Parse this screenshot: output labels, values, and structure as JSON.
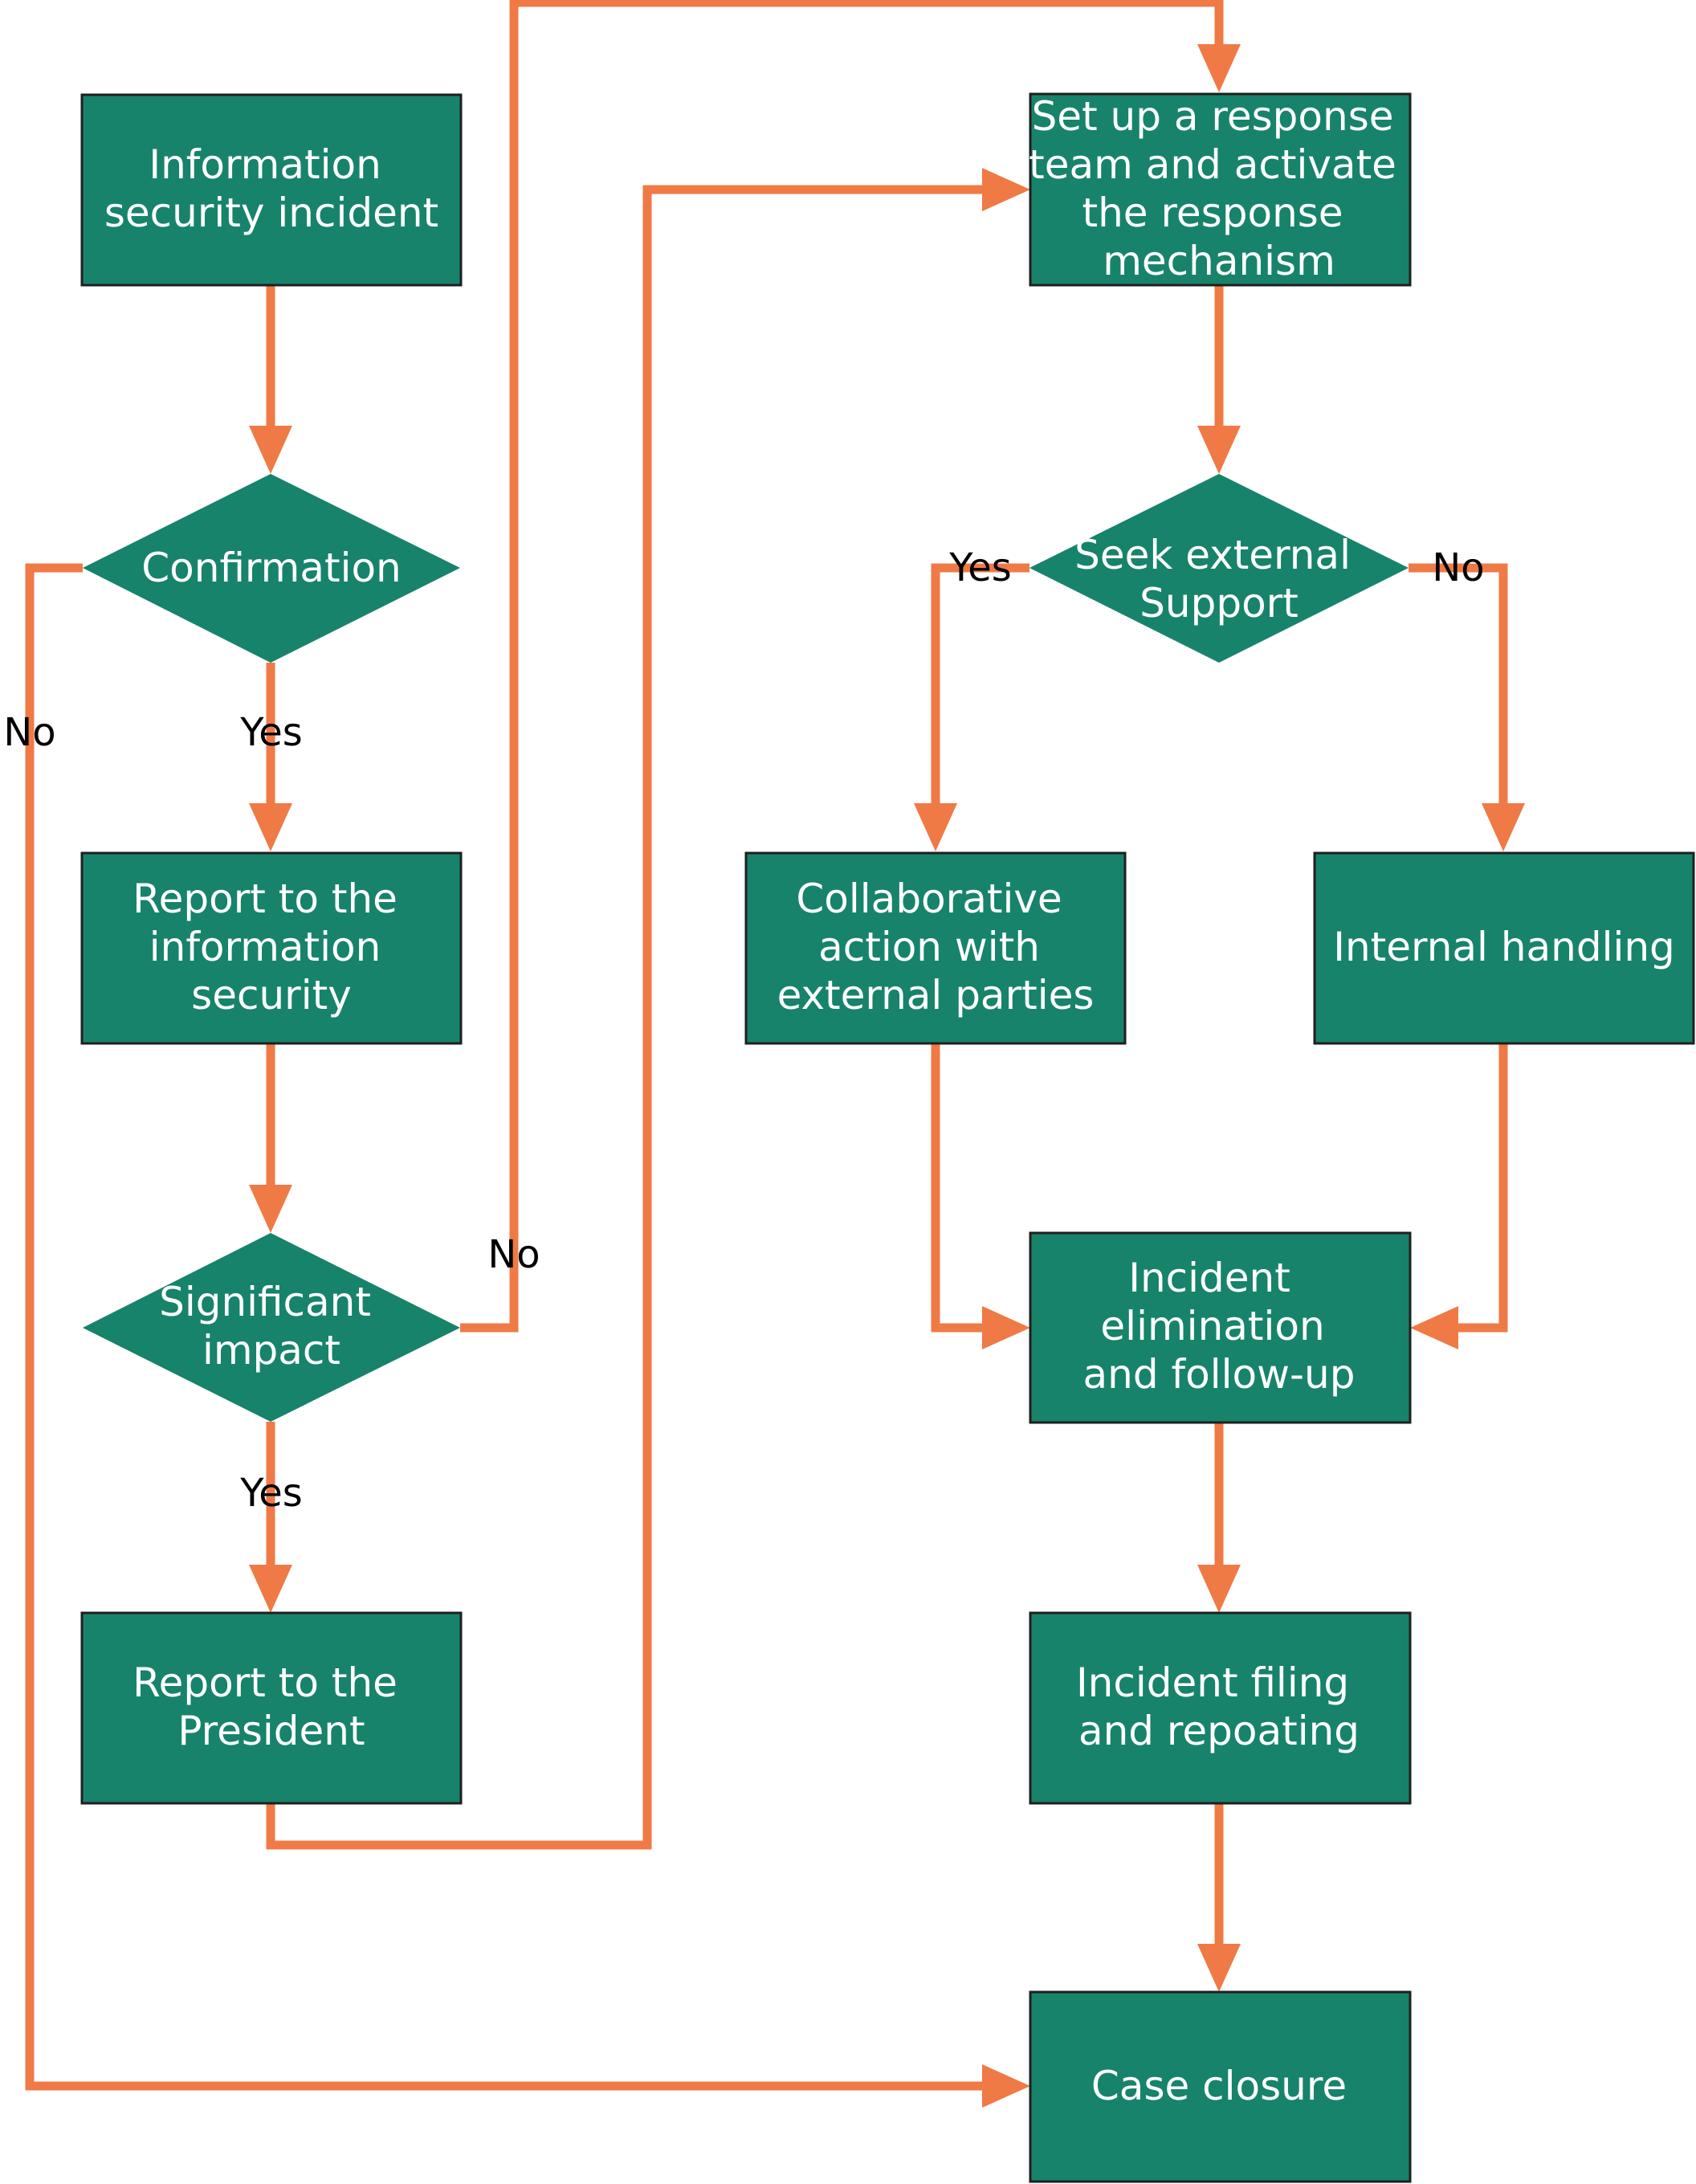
{
  "nodes": {
    "info_incident": [
      "Information",
      "security incident"
    ],
    "confirmation": [
      "Confirmation"
    ],
    "report_infosec": [
      "Report to the",
      "information",
      "security"
    ],
    "significant_impact": [
      "Significant",
      "impact"
    ],
    "report_president": [
      "Report to the",
      "President"
    ],
    "setup_team": [
      "Set up a response",
      "team and activate",
      "the response",
      "mechanism"
    ],
    "seek_support": [
      "Seek external",
      "Support"
    ],
    "collaborative": [
      "Collaborative",
      "action with",
      "external parties"
    ],
    "internal": [
      "Internal handling"
    ],
    "elimination": [
      "Incident",
      "elimination",
      "and follow-up"
    ],
    "filing": [
      "Incident filing",
      "and repoating"
    ],
    "closure": [
      "Case closure"
    ]
  },
  "labels": {
    "confirm_no": "No",
    "confirm_yes": "Yes",
    "impact_no": "No",
    "impact_yes": "Yes",
    "seek_yes": "Yes",
    "seek_no": "No"
  },
  "colors": {
    "node_fill": "#17836A",
    "node_border": "#1f1f1f",
    "connector": "#EF7A46",
    "text_on_node": "#FFFFFF",
    "label_text": "#000000"
  }
}
